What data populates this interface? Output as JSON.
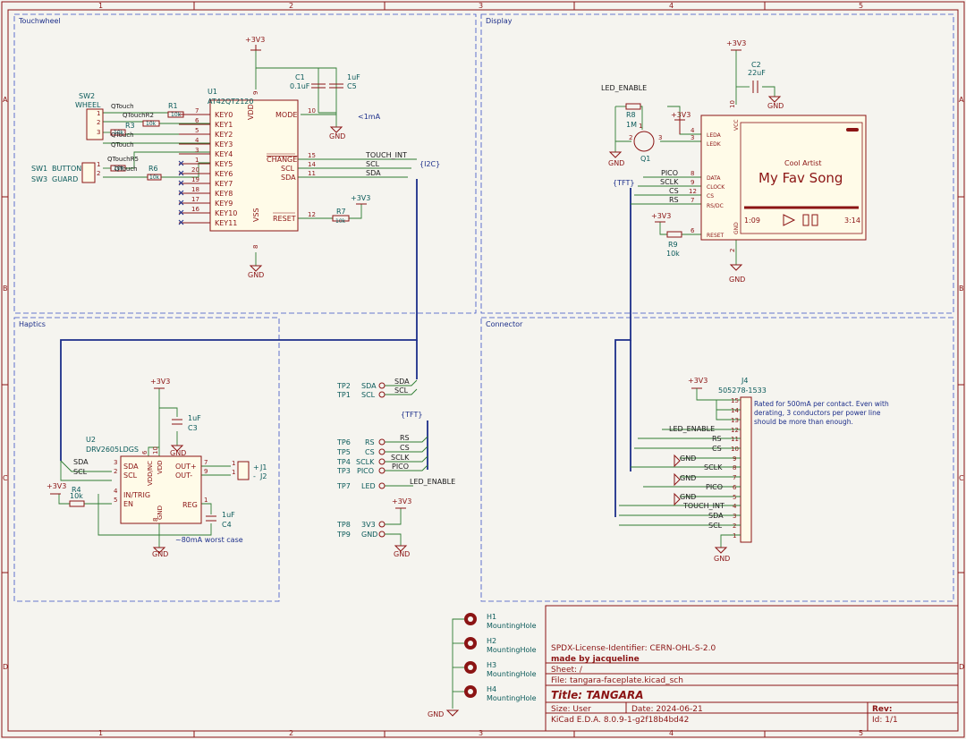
{
  "frame": {
    "columns": [
      "1",
      "2",
      "3",
      "4",
      "5"
    ],
    "rows": [
      "A",
      "B",
      "C",
      "D"
    ]
  },
  "sheets": {
    "touchwheel": "Touchwheel",
    "display": "Display",
    "haptics": "Haptics",
    "connector": "Connector"
  },
  "power": {
    "v33": "+3V3",
    "gnd": "GND"
  },
  "touch": {
    "u1_ref": "U1",
    "u1_val": "AT42QT2120",
    "key_pins": [
      "KEY0",
      "KEY1",
      "KEY2",
      "KEY3",
      "KEY4",
      "KEY5",
      "KEY6",
      "KEY7",
      "KEY8",
      "KEY9",
      "KEY10",
      "KEY11"
    ],
    "key_nums": [
      "7",
      "6",
      "5",
      "4",
      "3",
      "1",
      "20",
      "19",
      "18",
      "17",
      "16"
    ],
    "vdd": "VDD",
    "vss": "VSS",
    "mode": "MODE",
    "change": "CHANGE",
    "scl": "SCL",
    "sda": "SDA",
    "reset": "RESET",
    "pin9": "9",
    "pin8": "8",
    "pin10": "10",
    "pin15": "15",
    "pin14": "14",
    "pin11": "11",
    "pin12": "12",
    "c1_ref": "C1",
    "c1_val": "0.1uF",
    "c5_ref": "C5",
    "c5_val": "1uF",
    "current_note": "<1mA",
    "r1": "R1",
    "r2": "QTouchR2",
    "r3": "R3",
    "r5": "QTouchR5",
    "r6": "R6",
    "r7": "R7",
    "r_val": "10k",
    "sw2_ref": "SW2",
    "sw2_val": "WHEEL",
    "sw1_ref": "SW1",
    "sw1_val": "BUTTON",
    "sw3_ref": "SW3",
    "sw3_val": "GUARD",
    "qtouch": "QTouch",
    "net_touch_int": "TOUCH_INT",
    "net_scl": "SCL",
    "net_sda": "SDA",
    "bus_i2c": "{I2C}"
  },
  "display": {
    "q1_ref": "Q1",
    "r8_ref": "R8",
    "r8_val": "1M",
    "r9_ref": "R9",
    "r9_val": "10k",
    "led_enable": "LED_ENABLE",
    "c2_ref": "C2",
    "c2_val": "22uF",
    "pins": [
      "LEDA",
      "LEDK",
      "DATA",
      "CLOCK",
      "CS",
      "RS/DC",
      "RESET"
    ],
    "pin_nums": [
      "4",
      "3",
      "8",
      "9",
      "12",
      "7",
      "6"
    ],
    "vcc": "VCC",
    "gnd_pin": "GND",
    "pin10": "10",
    "pin2": "2",
    "nets": [
      "PICO",
      "SCLK",
      "CS",
      "RS"
    ],
    "bus_tft": "{TFT}",
    "screen_artist": "Cool Artist",
    "screen_song": "My Fav Song",
    "screen_time_left": "1:09",
    "screen_time_right": "3:14"
  },
  "haptics": {
    "u2_ref": "U2",
    "u2_val": "DRV2605LDGS",
    "pins_left": [
      "SDA",
      "SCL",
      "IN/TRIG",
      "EN"
    ],
    "pins_left_nums": [
      "3",
      "2",
      "4",
      "5"
    ],
    "pins_right": [
      "OUT+",
      "OUT-",
      "REG"
    ],
    "pins_right_nums": [
      "7",
      "9",
      "1"
    ],
    "vdd_nc": "VDD/NC",
    "vdd": "VDD",
    "gnd": "GND",
    "pin6": "6",
    "pin10": "10",
    "pin8": "8",
    "c3_ref": "C3",
    "c3_val": "1uF",
    "c4_ref": "C4",
    "c4_val": "1uF",
    "r4_ref": "R4",
    "r4_val": "10k",
    "j1": "J1",
    "j2": "J2",
    "jp": "+",
    "jm": "-",
    "current_note": "~80mA worst case",
    "net_sda": "SDA",
    "net_scl": "SCL"
  },
  "testpoints": {
    "tp2": "TP2",
    "tp1": "TP1",
    "tp6": "TP6",
    "tp5": "TP5",
    "tp4": "TP4",
    "tp3": "TP3",
    "tp7": "TP7",
    "tp8": "TP8",
    "tp9": "TP9",
    "sda": "SDA",
    "scl": "SCL",
    "rs": "RS",
    "cs": "CS",
    "sclk": "SCLK",
    "pico": "PICO",
    "led": "LED",
    "v33": "3V3",
    "gnd": "GND",
    "bus_tft": "{TFT}",
    "led_enable": "LED_ENABLE"
  },
  "connector": {
    "ref": "J4",
    "val": "505278-1533",
    "note": "Rated for 500mA per contact. Even with derating, 3 conductors per power line should be more than enough.",
    "pin_nums": [
      "15",
      "14",
      "13",
      "12",
      "11",
      "10",
      "9",
      "8",
      "7",
      "6",
      "5",
      "4",
      "3",
      "2",
      "1"
    ],
    "nets": [
      "LED_ENABLE",
      "RS",
      "CS",
      "GND",
      "SCLK",
      "GND",
      "PICO",
      "GND",
      "TOUCH_INT",
      "SDA",
      "SCL"
    ]
  },
  "mounting": {
    "holes": [
      "H1",
      "H2",
      "H3",
      "H4"
    ],
    "val": "MountingHole",
    "gnd": "GND"
  },
  "title_block": {
    "license": "SPDX-License-Identifier: CERN-OHL-S-2.0",
    "author": "made by jacqueline",
    "sheet": "Sheet: /",
    "file": "File: tangara-faceplate.kicad_sch",
    "title": "Title: TANGARA",
    "size": "Size: User",
    "date": "Date: 2024-06-21",
    "rev": "Rev:",
    "kicad": "KiCad E.D.A. 8.0.9-1-g2f18b4bd42",
    "id": "Id: 1/1"
  }
}
